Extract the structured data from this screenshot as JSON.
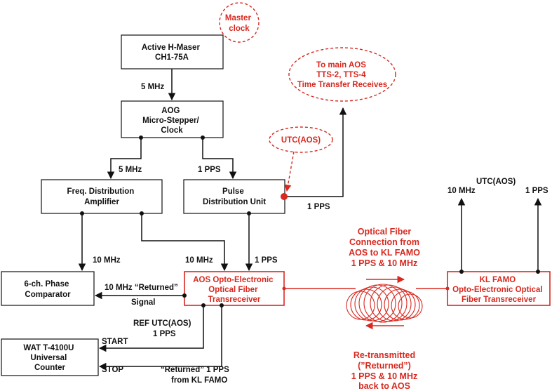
{
  "boxes": {
    "maser": [
      "Active H-Maser",
      "CH1-75A"
    ],
    "aog": [
      "AOG",
      "Micro-Stepper/",
      "Clock"
    ],
    "freq_dist": [
      "Freq. Distribution",
      "Amplifier"
    ],
    "pulse_dist": [
      "Pulse",
      "Distribution Unit"
    ],
    "phase_comp": [
      "6-ch. Phase",
      "Comparator"
    ],
    "aos_transceiver": [
      "AOS Opto-Electronic",
      "Optical Fiber",
      "Transreceiver"
    ],
    "counter": [
      "WAT T-4100U",
      "Universal",
      "Counter"
    ],
    "kl_famo": [
      "KL FAMO",
      "Opto-Electronic Optical",
      "Fiber Transreceiver"
    ]
  },
  "callouts": {
    "master_clock": [
      "Master",
      "clock"
    ],
    "main_aos": [
      "To main AOS",
      "TTS-2, TTS-4",
      "Time Transfer Receives"
    ],
    "utc_aos": "UTC(AOS)"
  },
  "labels": {
    "maser_to_aog": "5 MHz",
    "aog_to_freq": "5 MHz",
    "aog_to_pulse": "1 PPS",
    "pulse_out": "1 PPS",
    "freq_to_phase": "10 MHz",
    "freq_to_aos": "10 MHz",
    "pulse_to_aos": "1 PPS",
    "returned_signal": [
      "10 MHz “Returned”",
      "Signal"
    ],
    "ref_utc": [
      "REF UTC(AOS)",
      "1 PPS"
    ],
    "start": "START",
    "stop": "STOP",
    "returned_pps": [
      "“Returned” 1 PPS",
      "from KL FAMO"
    ],
    "kl_utc": "UTC(AOS)",
    "kl_10mhz": "10 MHz",
    "kl_1pps": "1 PPS",
    "fiber_forward": [
      "Optical Fiber",
      "Connection from",
      "AOS to KL FAMO",
      "1 PPS & 10 MHz"
    ],
    "fiber_return": [
      "Re-transmitted",
      "(”Returned”)",
      "1 PPS & 10 MHz",
      "back to AOS"
    ]
  },
  "colors": {
    "black": "#111111",
    "red": "#d8281f"
  }
}
